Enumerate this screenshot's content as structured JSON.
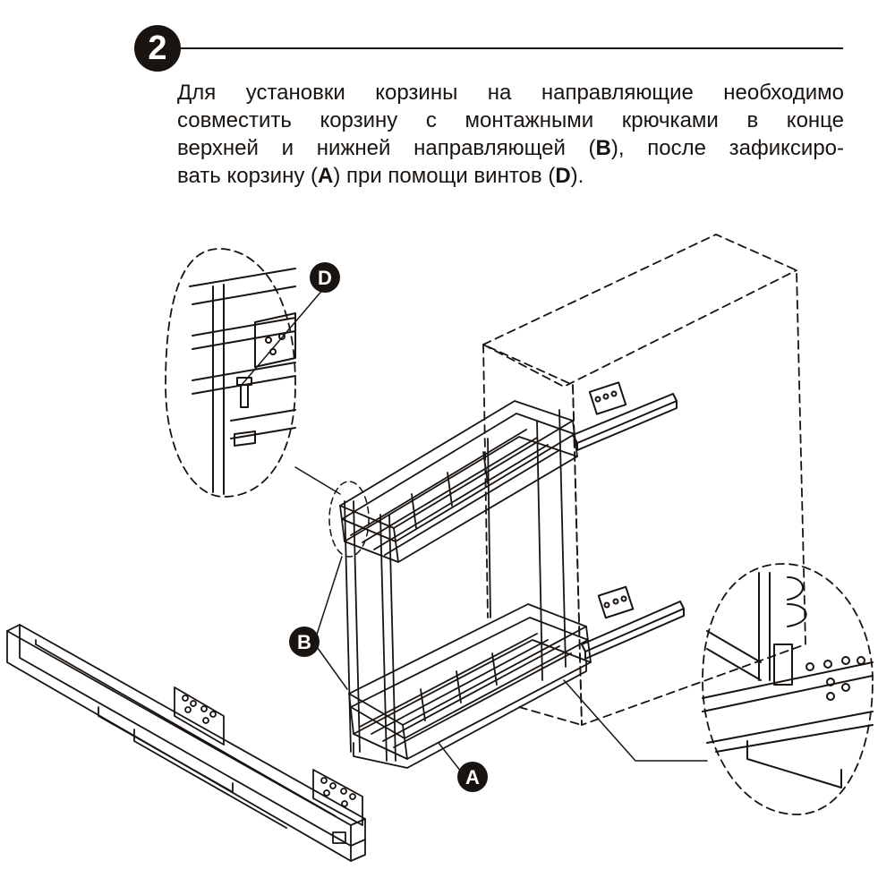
{
  "step": {
    "number": "2"
  },
  "instruction": {
    "line1": "Для установки корзины на направляющие необходимо",
    "line2": "совместить корзину с монтажными крючками в конце",
    "line3_a": "верхней и нижней направляющей (",
    "line3_b": "B",
    "line3_c": "), после зафиксиро-",
    "line4_a": "вать корзину (",
    "line4_b": "A",
    "line4_c": ") при помощи винтов (",
    "line4_d": "D",
    "line4_e": ")."
  },
  "callouts": {
    "a": "A",
    "b": "B",
    "d": "D"
  },
  "colors": {
    "ink": "#1a1410",
    "paper": "#ffffff"
  }
}
